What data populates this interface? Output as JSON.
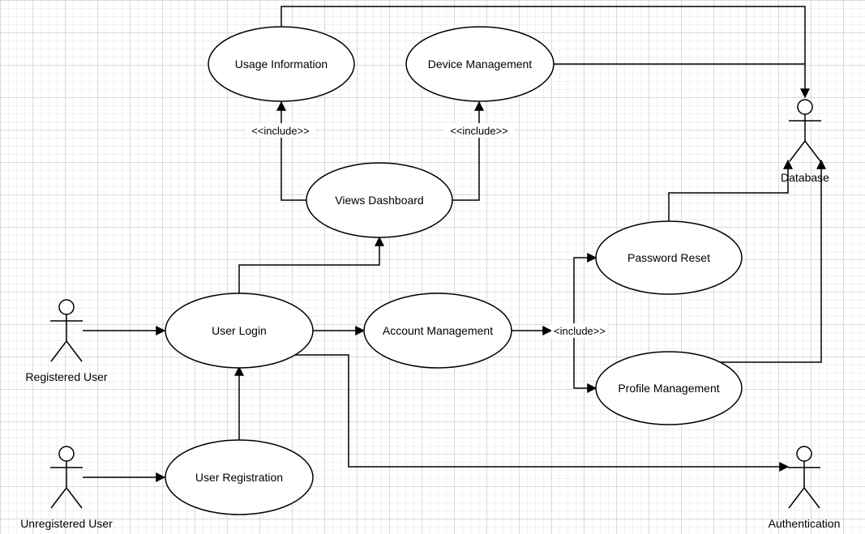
{
  "diagram": {
    "type": "use-case",
    "use_cases": {
      "usage_information": "Usage Information",
      "device_management": "Device Management",
      "views_dashboard": "Views Dashboard",
      "password_reset": "Password Reset",
      "user_login": "User Login",
      "account_management": "Account Management",
      "profile_management": "Profile Management",
      "user_registration": "User Registration"
    },
    "actors": {
      "registered_user": "Registered User",
      "unregistered_user": "Unregistered User",
      "database": "Database",
      "authentication": "Authentication"
    },
    "include_label": "<<include>>",
    "account_include_label": "<include>>"
  }
}
